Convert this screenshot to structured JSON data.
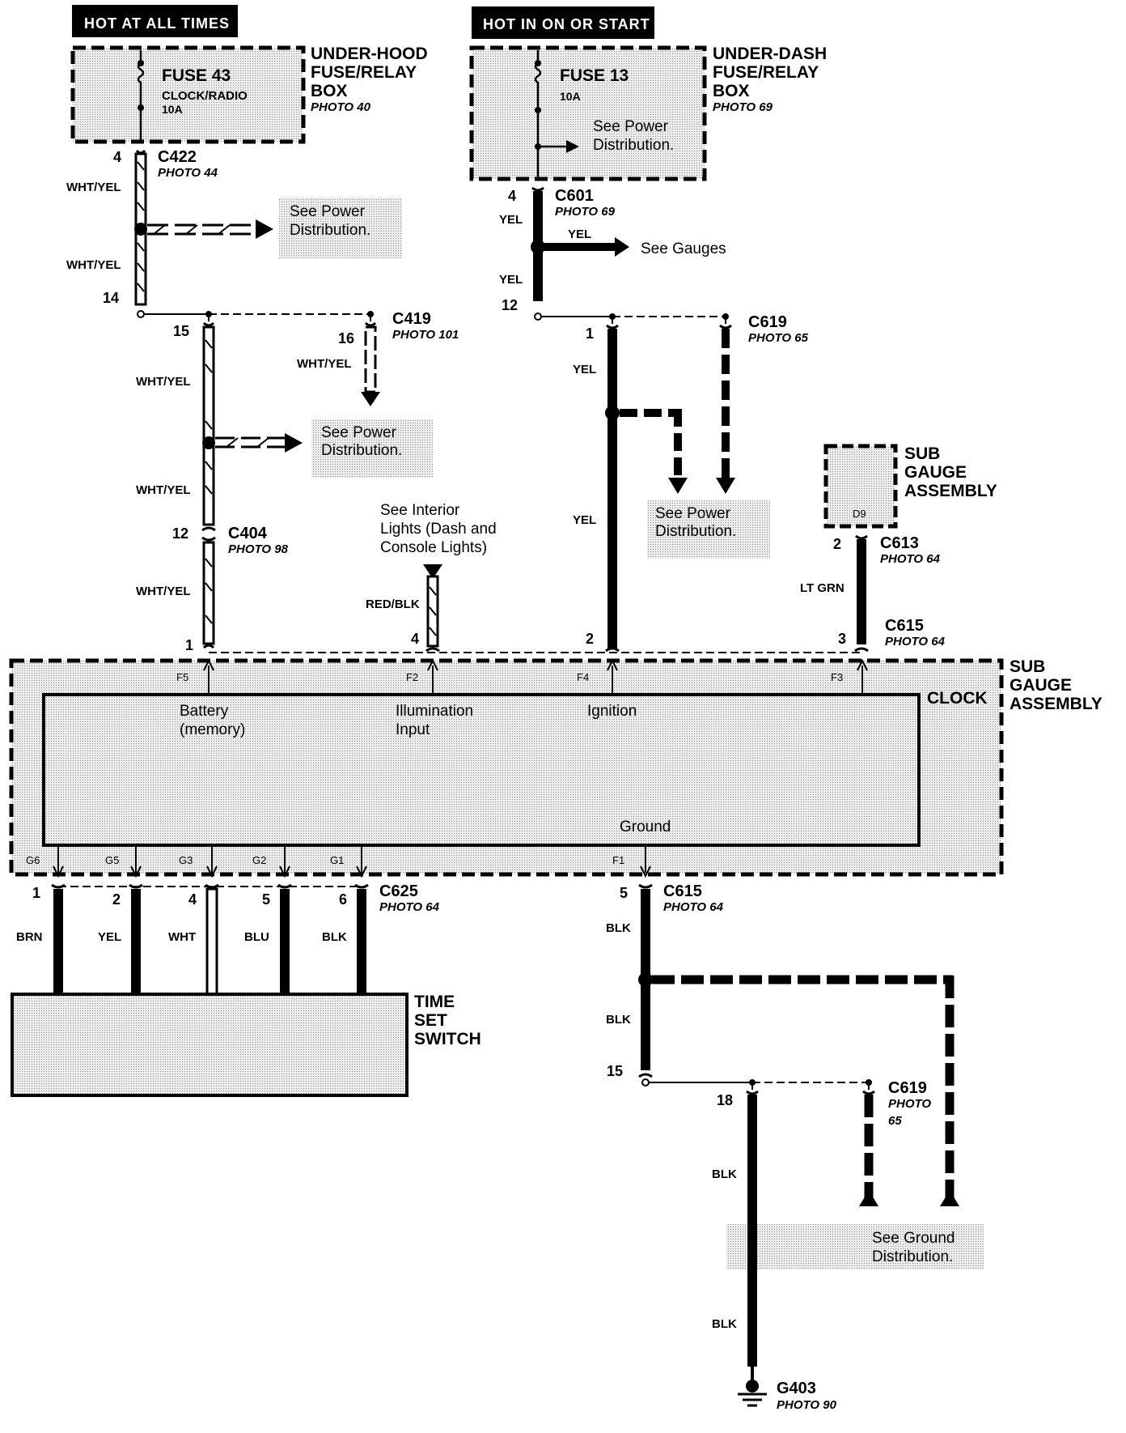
{
  "headers": {
    "hot_at_all_times": "HOT AT ALL TIMES",
    "hot_in_on_or_start": "HOT IN ON OR START"
  },
  "boxes": {
    "under_hood": {
      "title_1": "UNDER-HOOD",
      "title_2": "FUSE/RELAY",
      "title_3": "BOX",
      "photo": "PHOTO 40",
      "fuse": "FUSE 43",
      "fuse_desc": "CLOCK/RADIO",
      "fuse_rating": "10A"
    },
    "under_dash": {
      "title_1": "UNDER-DASH",
      "title_2": "FUSE/RELAY",
      "title_3": "BOX",
      "photo": "PHOTO 69",
      "fuse": "FUSE 13",
      "fuse_rating": "10A",
      "note_1": "See Power",
      "note_2": "Distribution."
    },
    "sub_gauge_top": {
      "title_1": "SUB",
      "title_2": "GAUGE",
      "title_3": "ASSEMBLY",
      "pin": "D9"
    },
    "sub_gauge_main": {
      "title_1": "SUB",
      "title_2": "GAUGE",
      "title_3": "ASSEMBLY",
      "clock": "CLOCK"
    },
    "time_set_switch": {
      "title_1": "TIME",
      "title_2": "SET",
      "title_3": "SWITCH"
    }
  },
  "connectors": {
    "c422": {
      "id": "C422",
      "photo": "PHOTO 44",
      "pin": "4"
    },
    "c601": {
      "id": "C601",
      "photo": "PHOTO 69",
      "pin": "4"
    },
    "c419": {
      "id": "C419",
      "photo": "PHOTO 101",
      "pin_a": "15",
      "pin_b": "16",
      "pin_in": "14"
    },
    "c619_top": {
      "id": "C619",
      "photo": "PHOTO 65",
      "pin": "1",
      "pin_in": "12"
    },
    "c404": {
      "id": "C404",
      "photo": "PHOTO 98",
      "pin": "12"
    },
    "c613": {
      "id": "C613",
      "photo": "PHOTO 64",
      "pin": "2"
    },
    "c615_top": {
      "id": "C615",
      "photo": "PHOTO 64"
    },
    "c625": {
      "id": "C625",
      "photo": "PHOTO 64"
    },
    "c615_bot": {
      "id": "C615",
      "photo": "PHOTO 64",
      "pin": "5"
    },
    "c619_bot": {
      "id": "C619",
      "photo": "PHOTO",
      "photo_num": "65",
      "pin": "18",
      "pin_in": "15"
    },
    "g403": {
      "id": "G403",
      "photo": "PHOTO 90"
    }
  },
  "wire_colors": {
    "wht_yel": "WHT/YEL",
    "yel": "YEL",
    "red_blk": "RED/BLK",
    "lt_grn": "LT GRN",
    "brn": "BRN",
    "wht": "WHT",
    "blu": "BLU",
    "blk": "BLK"
  },
  "notes": {
    "power_dist_1": "See Power",
    "power_dist_2": "Distribution.",
    "see_gauges": "See Gauges",
    "interior_1": "See Interior",
    "interior_2": "Lights (Dash and",
    "interior_3": "Console Lights)",
    "ground_1": "See Ground",
    "ground_2": "Distribution."
  },
  "clock_pins": {
    "top_pin_nums": [
      "1",
      "4",
      "2",
      "3"
    ],
    "top_terms": [
      "F5",
      "F2",
      "F4",
      "F3"
    ],
    "signals": {
      "battery_1": "Battery",
      "battery_2": "(memory)",
      "illumination_1": "Illumination",
      "illumination_2": "Input",
      "ignition": "Ignition",
      "ground": "Ground"
    },
    "bottom_terms": [
      "G6",
      "G5",
      "G3",
      "G2",
      "G1",
      "F1"
    ],
    "bottom_pin_nums": [
      "1",
      "2",
      "4",
      "5",
      "6"
    ]
  },
  "colors": {
    "line": "#000000",
    "shade": "#dedede",
    "header_bg": "#000000"
  }
}
